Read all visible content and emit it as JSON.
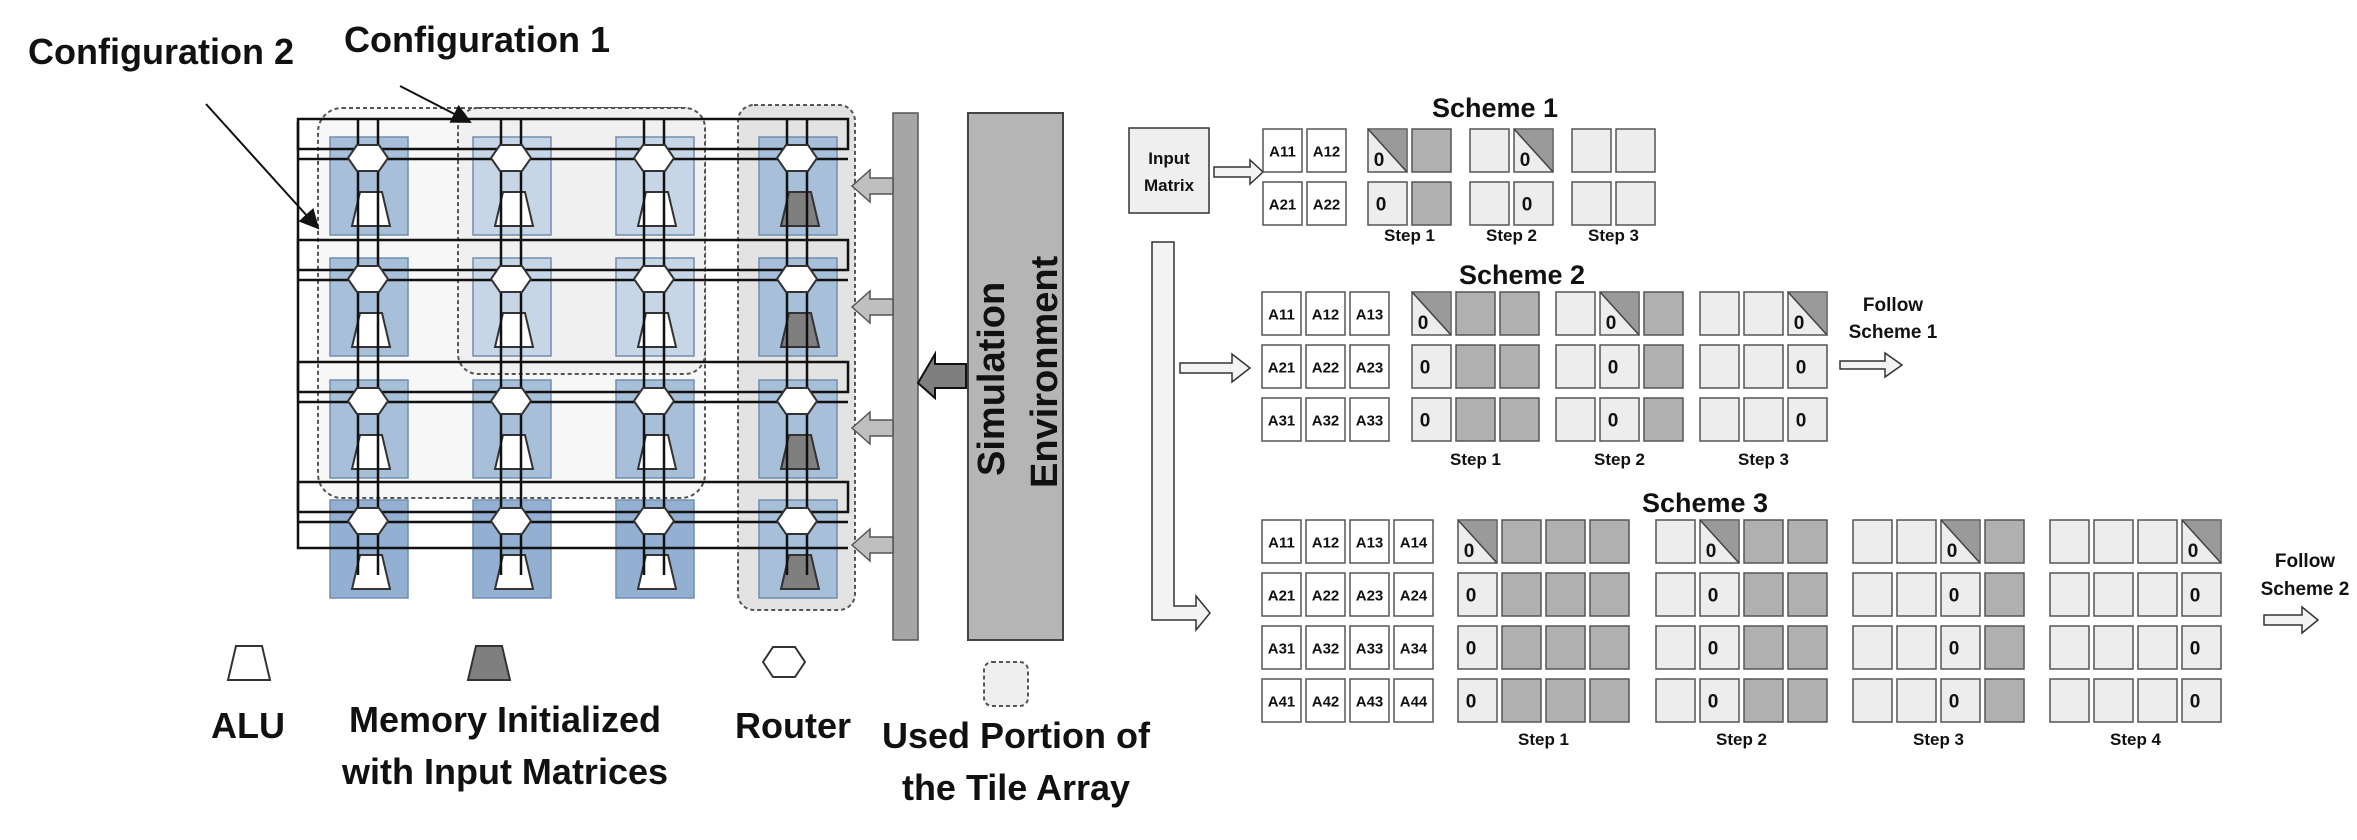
{
  "tile_array": {
    "config2_label": "Configuration 2",
    "config1_label": "Configuration 1",
    "sim_env_line1": "Simulation",
    "sim_env_line2": "Environment"
  },
  "legend": {
    "alu": "ALU",
    "memory_line1": "Memory Initialized",
    "memory_line2": "with Input Matrices",
    "router": "Router",
    "used_line1": "Used Portion of",
    "used_line2": "the Tile Array"
  },
  "input_matrix": {
    "line1": "Input",
    "line2": "Matrix"
  },
  "schemes": [
    {
      "title": "Scheme 1",
      "size": 2,
      "labels": [
        [
          "A11",
          "A12"
        ],
        [
          "A21",
          "A22"
        ]
      ],
      "steps": [
        "Step 1",
        "Step 2",
        "Step 3"
      ],
      "zero": "0",
      "follow": ""
    },
    {
      "title": "Scheme 2",
      "size": 3,
      "labels": [
        [
          "A11",
          "A12",
          "A13"
        ],
        [
          "A21",
          "A22",
          "A23"
        ],
        [
          "A31",
          "A32",
          "A33"
        ]
      ],
      "steps": [
        "Step 1",
        "Step 2",
        "Step 3"
      ],
      "zero": "0",
      "follow": "Follow Scheme 1"
    },
    {
      "title": "Scheme 3",
      "size": 4,
      "labels": [
        [
          "A11",
          "A12",
          "A13",
          "A14"
        ],
        [
          "A21",
          "A22",
          "A23",
          "A24"
        ],
        [
          "A31",
          "A32",
          "A33",
          "A34"
        ],
        [
          "A41",
          "A42",
          "A43",
          "A44"
        ]
      ],
      "steps": [
        "Step 1",
        "Step 2",
        "Step 3",
        "Step 4"
      ],
      "zero": "0",
      "follow": "Follow Scheme 2"
    }
  ],
  "follow_texts": {
    "s2_line1": "Follow",
    "s2_line2": "Scheme 1",
    "s3_line1": "Follow",
    "s3_line2": "Scheme 2"
  },
  "colors": {
    "tile_light": "#c7d6e6",
    "tile_mid": "#a7bfd9",
    "tile_dark": "#93b0d2",
    "panel_grey": "#b7b7b7",
    "cell_light": "#ededed",
    "cell_dark": "#b0b0b0",
    "memory_fill": "#7f7f7f"
  }
}
